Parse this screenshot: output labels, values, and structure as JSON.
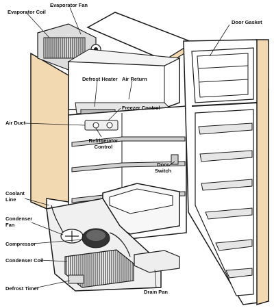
{
  "diagram": {
    "colors": {
      "cabinet_side": "#f2d9b1",
      "door_edge": "#f2d9b1",
      "outline": "#1a1a1a",
      "shadow": "#555555",
      "background": "#ffffff"
    },
    "labels": {
      "evaporator_coil": "Evaporator Coil",
      "evaporator_fan": "Evaporator Fan",
      "door_gasket": "Door Gasket",
      "defrost_heater": "Defrost Heater",
      "air_return": "Air Return",
      "freezer_control": "Freezer Control",
      "air_duct": "Air Duct",
      "refrigerator_control_line1": "Refrigerator",
      "refrigerator_control_line2": "Control",
      "door_switch_line1": "Door",
      "door_switch_line2": "Switch",
      "coolant_line_line1": "Coolant",
      "coolant_line_line2": "Line",
      "condenser_fan_line1": "Condenser",
      "condenser_fan_line2": "Fan",
      "compressor": "Compressor",
      "condenser_coil": "Condenser Coil",
      "defrost_timer": "Defrost Timer",
      "drain_pan": "Drain Pan"
    }
  }
}
